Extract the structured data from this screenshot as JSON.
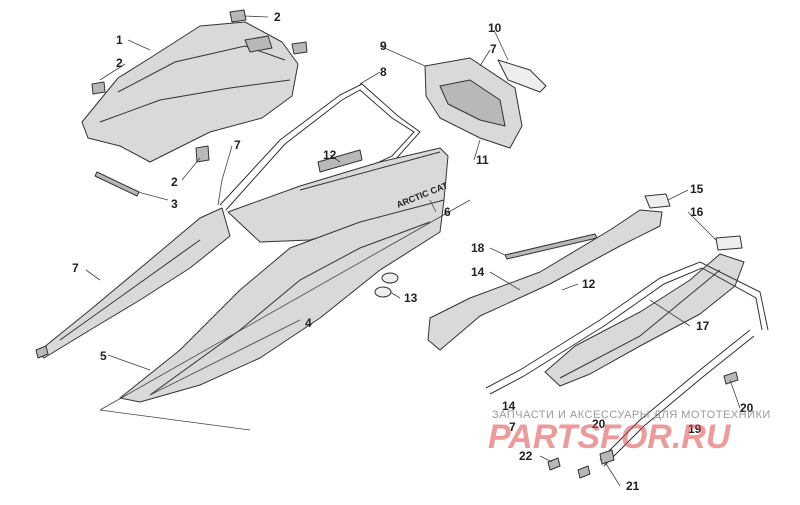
{
  "diagram": {
    "callouts": [
      "1",
      "2",
      "2",
      "2",
      "3",
      "4",
      "5",
      "6",
      "7",
      "7",
      "7",
      "7",
      "8",
      "9",
      "10",
      "11",
      "12",
      "12",
      "13",
      "14",
      "14",
      "15",
      "16",
      "17",
      "18",
      "19",
      "20",
      "20",
      "21",
      "22"
    ],
    "decal_text": "ARCTIC CAT"
  },
  "watermark": {
    "caption": "ЗАПЧАСТИ И АКСЕССУАРЫ ДЛЯ МОТОТЕХНИКИ",
    "logo": "PARTSFOR.RU"
  },
  "colors": {
    "line": "#333333",
    "part_fill": "#d9d9d9",
    "watermark_red": "#e04848"
  }
}
